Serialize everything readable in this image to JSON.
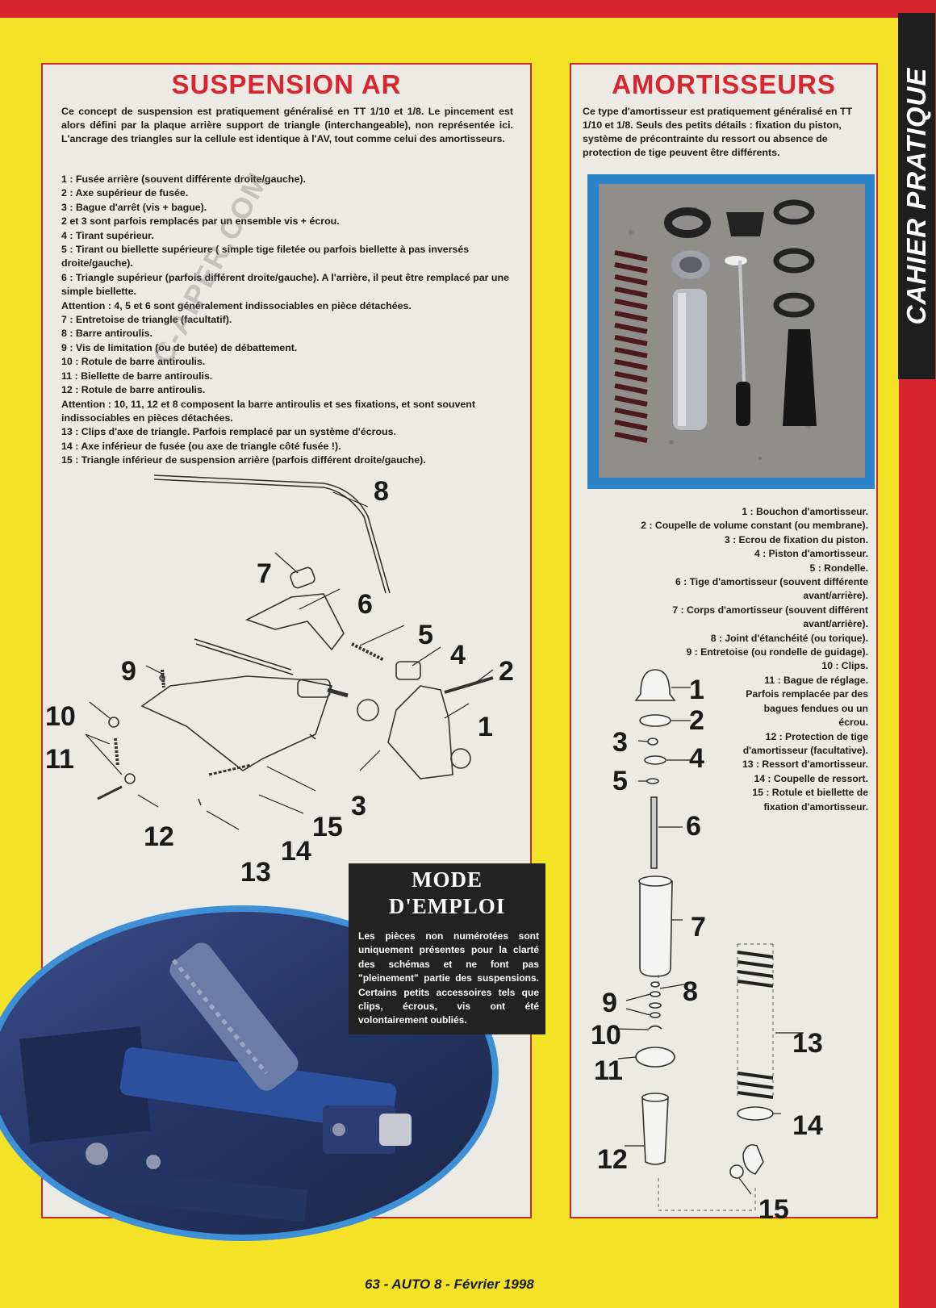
{
  "sidebar": {
    "label": "CAHIER PRATIQUE"
  },
  "left": {
    "title": "SUSPENSION AR",
    "intro": "Ce concept de suspension est pratiquement généralisé en TT 1/10 et 1/8. Le pincement est alors défini par la plaque arrière support de triangle (interchangeable), non représentée ici. L'ancrage des triangles sur la cellule est identique à l'AV, tout comme celui des amortisseurs.",
    "parts": [
      "1 : Fusée arrière (souvent différente droite/gauche).",
      "2 : Axe supérieur de fusée.",
      "3 : Bague d'arrêt (vis + bague).",
      "2 et 3 sont parfois remplacés par un ensemble vis + écrou.",
      "4 : Tirant supérieur.",
      "5 : Tirant ou biellette supérieure ( simple tige filetée ou parfois biellette à pas inversés droite/gauche).",
      "6 : Triangle supérieur (parfois différent droite/gauche). A l'arrière, il peut être remplacé par une simple biellette.",
      "Attention : 4, 5 et 6 sont généralement indissociables en pièce détachées.",
      "7 : Entretoise de triangle (facultatif).",
      "8 : Barre antiroulis.",
      "9 : Vis de limitation (ou de butée) de débattement.",
      "10 : Rotule de barre antiroulis.",
      "11 : Biellette de barre antiroulis.",
      "12 : Rotule de barre antiroulis.",
      "Attention : 10, 11, 12 et 8 composent la barre antiroulis et ses fixations, et sont souvent indissociables en pièces détachées.",
      "13 : Clips d'axe de triangle. Parfois remplacé par un système d'écrous.",
      "14 : Axe inférieur de fusée (ou axe de triangle côté fusée !).",
      "15 : Triangle inférieur de suspension arrière (parfois différent droite/gauche)."
    ],
    "diagram_labels": [
      "8",
      "7",
      "6",
      "5",
      "4",
      "2",
      "9",
      "10",
      "11",
      "1",
      "3",
      "15",
      "12",
      "14",
      "13"
    ],
    "watermark": "C-AIPER.COM"
  },
  "mode_emploi": {
    "title_line1": "MODE",
    "title_line2": "D'EMPLOI",
    "text": "Les pièces non numérotées sont uniquement présentes pour la clarté des schémas et ne font pas \"pleinement\" partie des suspensions. Certains petits accessoires tels que clips, écrous, vis ont été volontairement oubliés."
  },
  "right": {
    "title": "AMORTISSEURS",
    "intro": "Ce type d'amortisseur est pratiquement généralisé en TT 1/10 et 1/8. Seuls des petits détails : fixation du piston, système de précontrainte du ressort ou absence de protection de tige peuvent être différents.",
    "parts": [
      "1 : Bouchon d'amortisseur.",
      "2 : Coupelle de volume constant (ou membrane).",
      "3 : Ecrou de fixation du piston.",
      "4 : Piston d'amortisseur.",
      "5 : Rondelle.",
      "6 : Tige d'amortisseur (souvent différente",
      "avant/arrière).",
      "7 : Corps d'amortisseur (souvent différent",
      "avant/arrière).",
      "8 : Joint d'étanchéité (ou torique).",
      "9 : Entretoise (ou rondelle de guidage).",
      "10 : Clips.",
      "11 : Bague de réglage.",
      "Parfois remplacée par des",
      "bagues fendues ou un",
      "écrou.",
      "12 : Protection de tige",
      "d'amortisseur (facultative).",
      "13 : Ressort d'amortisseur.",
      "14 : Coupelle de ressort.",
      "15 : Rotule et biellette de",
      "fixation d'amortisseur."
    ],
    "diagram_labels": [
      "1",
      "2",
      "3",
      "4",
      "5",
      "6",
      "7",
      "8",
      "9",
      "10",
      "11",
      "13",
      "14",
      "12",
      "15"
    ]
  },
  "footer": {
    "text": "63 - AUTO 8 - Février 1998"
  },
  "colors": {
    "red": "#d8252e",
    "yellow": "#f3e226",
    "panel": "#eceae4",
    "title_red": "#d7262f",
    "photo_frame": "#2c83c8",
    "dark": "#222222"
  }
}
